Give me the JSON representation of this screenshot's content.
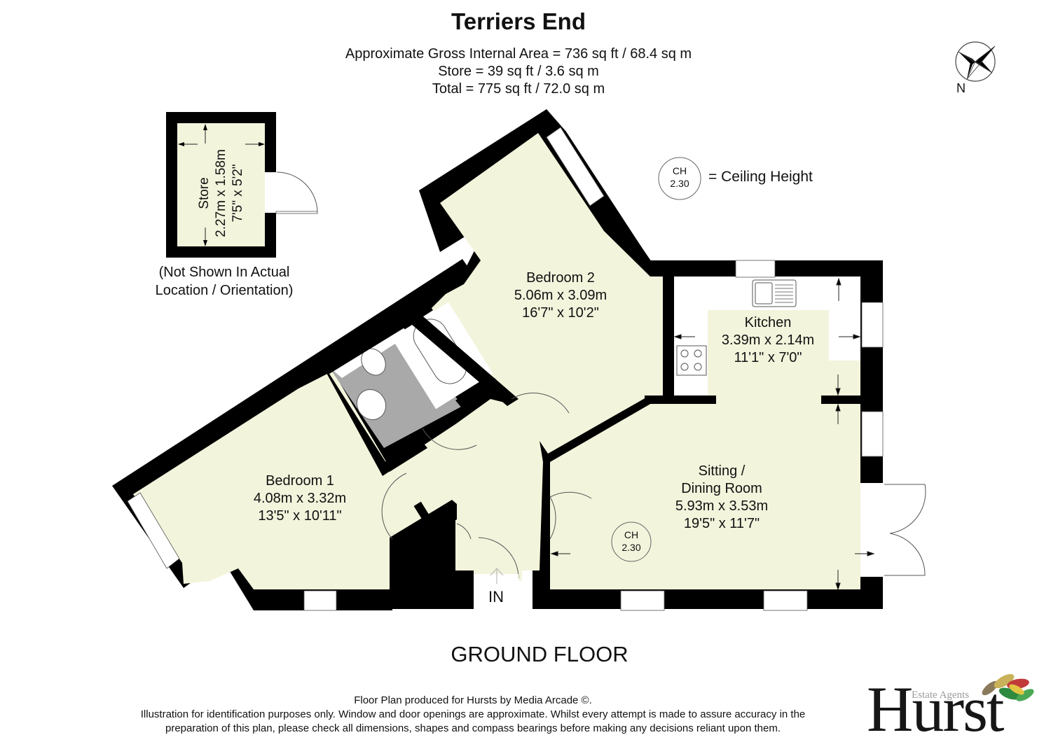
{
  "header": {
    "title": "Terriers End",
    "area_lines": [
      "Approximate Gross Internal Area = 736 sq ft / 68.4 sq m",
      "Store = 39 sq ft / 3.6 sq m",
      "Total = 775 sq ft / 72.0 sq m"
    ]
  },
  "compass": {
    "label": "N"
  },
  "ceiling_height_legend": {
    "badge_top": "CH",
    "badge_value": "2.30",
    "text": "= Ceiling Height"
  },
  "store": {
    "name": "Store",
    "metric": "2.27m x 1.58m",
    "imperial": "7'5\" x 5'2\"",
    "note_line1": "(Not Shown In Actual",
    "note_line2": "Location / Orientation)"
  },
  "rooms": {
    "bedroom2": {
      "name": "Bedroom 2",
      "metric": "5.06m x 3.09m",
      "imperial": "16'7\" x 10'2\""
    },
    "kitchen": {
      "name": "Kitchen",
      "metric": "3.39m x 2.14m",
      "imperial": "11'1\" x 7'0\""
    },
    "bedroom1": {
      "name": "Bedroom 1",
      "metric": "4.08m x 3.32m",
      "imperial": "13'5\" x 10'11\""
    },
    "sitting": {
      "name_line1": "Sitting /",
      "name_line2": "Dining Room",
      "metric": "5.93m x 3.53m",
      "imperial": "19'5\" x 11'7\""
    }
  },
  "room_ch_badge": {
    "top": "CH",
    "value": "2.30"
  },
  "entrance": {
    "label": "IN"
  },
  "floor": {
    "label": "GROUND FLOOR"
  },
  "footer": {
    "line1": "Floor Plan produced for Hursts by Media Arcade ©.",
    "line2": "Illustration for identification purposes only. Window and door openings are approximate. Whilst every attempt is made to assure accuracy in the",
    "line3": "preparation of this plan, please check all dimensions, shapes and compass bearings before making any decisions reliant upon them."
  },
  "logo": {
    "word": "Hurst",
    "tagline": "Estate Agents"
  },
  "colors": {
    "wall": "#000000",
    "room_fill": "#f3f4dc",
    "bathroom_fill": "#a9a9aa",
    "kitchen_counter": "#ffffff",
    "text": "#111111"
  }
}
